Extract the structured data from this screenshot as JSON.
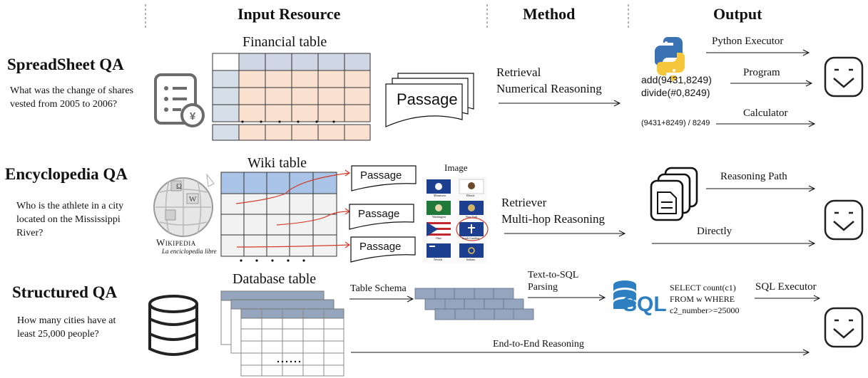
{
  "headers": {
    "input": "Input Resource",
    "method": "Method",
    "output": "Output"
  },
  "spreadsheet": {
    "title": "SpreadSheet QA",
    "question": "What was the change of shares vested from 2005 to 2006?",
    "table_label": "Financial table",
    "passage": "Passage",
    "method_line1": "Retrieval",
    "method_line2": "Numerical Reasoning",
    "program_line1": "add(9431,8249)",
    "program_line2": "divide(#0,8249)",
    "calc_expr": "(9431+8249) / 8249",
    "out_python": "Python Executor",
    "out_program": "Program",
    "out_calculator": "Calculator"
  },
  "encyclopedia": {
    "title": "Encyclopedia QA",
    "question": "Who is the athlete in a city located on the Mississippi River?",
    "table_label": "Wiki table",
    "passages": [
      "Passage",
      "Passage",
      "Passage"
    ],
    "image_label": "Image",
    "flag_captions": [
      "Minnesota",
      "Illinois",
      "Washington",
      "New York",
      "Ohio",
      "South Carolina",
      "Nevada",
      "Indiana"
    ],
    "wiki_logo_name": "Wikipedia",
    "wiki_tagline": "La enciclopedia libre",
    "method_line1": "Retriever",
    "method_line2": "Multi-hop Reasoning",
    "out_path": "Reasoning Path",
    "out_direct": "Directly"
  },
  "structured": {
    "title": "Structured QA",
    "question": "How many cities have at least 25,000 people?",
    "table_label": "Database table",
    "schema_label": "Table Schema",
    "parse_line1": "Text-to-SQL",
    "parse_line2": "Parsing",
    "sql_line1": "SELECT count(c1)",
    "sql_line2": "FROM w WHERE",
    "sql_line3": "c2_number>=25000",
    "sql_logo": "SQL",
    "out_sql": "SQL Executor",
    "out_e2e": "End-to-End Reasoning"
  },
  "colors": {
    "header_row": "#cfd6e4",
    "body_cell": "#f9e0cf",
    "side_col": "#d6deea",
    "wiki_header": "#a9c4e6",
    "db_header": "#95a5be",
    "answer_border": "#222222",
    "red_link": "#d23a2a"
  },
  "icons": [
    "document-money-icon",
    "python-icon",
    "answer-icon",
    "wikipedia-globe-icon",
    "documents-icon",
    "database-icon",
    "sql-database-icon"
  ]
}
